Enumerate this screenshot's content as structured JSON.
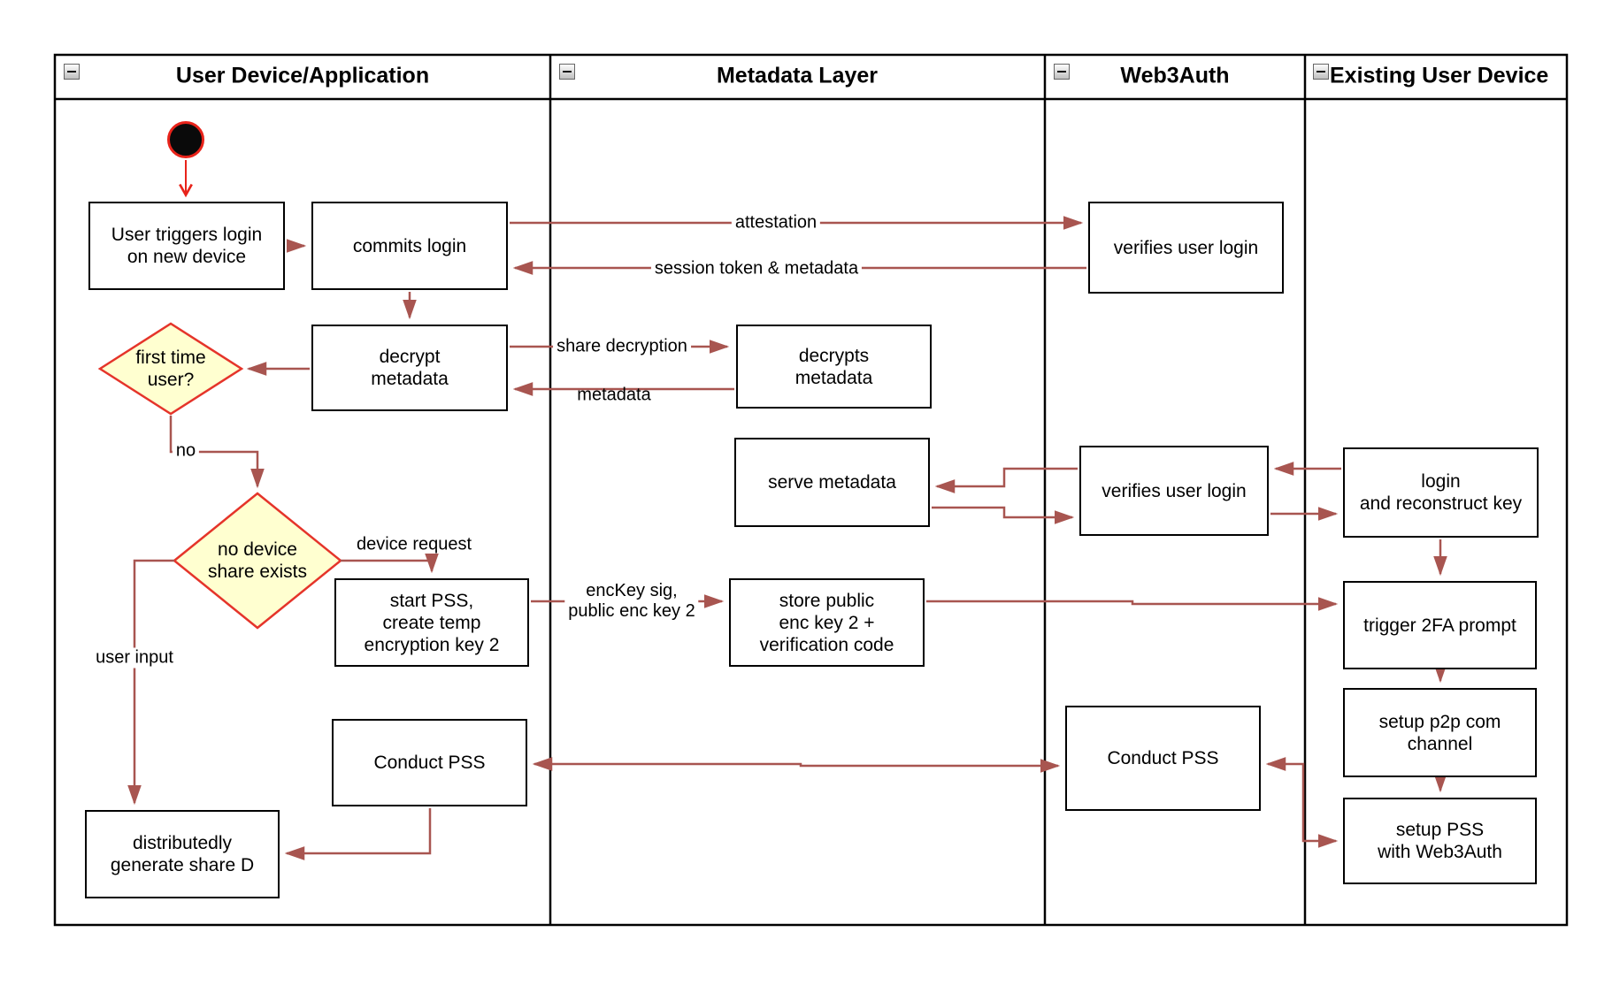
{
  "diagram": {
    "lanes": [
      {
        "title": "User Device/Application"
      },
      {
        "title": "Metadata Layer"
      },
      {
        "title": "Web3Auth"
      },
      {
        "title": "Existing User Device"
      }
    ],
    "nodes": {
      "user_triggers": "User triggers login\non new device",
      "commits_login": "commits login",
      "verifies_login_top": "verifies user login",
      "decrypt_metadata": "decrypt\nmetadata",
      "decrypts_metadata": "decrypts\nmetadata",
      "first_time_user": "first time\nuser?",
      "serve_metadata": "serve metadata",
      "verifies_login_mid": "verifies user login",
      "login_reconstruct": "login\nand reconstruct key",
      "no_device_share": "no device\nshare exists",
      "start_pss": "start PSS,\ncreate temp\nencryption key 2",
      "store_public": "store public\nenc key 2 +\nverification code",
      "trigger_2fa": "trigger 2FA prompt",
      "setup_p2p": "setup p2p com\nchannel",
      "setup_pss": "setup PSS\nwith Web3Auth",
      "conduct_pss_left": "Conduct PSS",
      "conduct_pss_w3a": "Conduct PSS",
      "distributed_share": "distributedly\ngenerate share D"
    },
    "edge_labels": {
      "attestation": "attestation",
      "session": "session token & metadata",
      "share_decryption": "share decryption",
      "metadata": "metadata",
      "no": "no",
      "device_request": "device request",
      "enc_key": "encKey sig,\npublic enc key 2",
      "user_input": "user input"
    },
    "colors": {
      "edge": "#a85550",
      "start": "#e8231a",
      "diamond_fill": "#ffffd0",
      "diamond_border": "#e5342a",
      "node_border": "#000000",
      "frame": "#000000"
    }
  }
}
